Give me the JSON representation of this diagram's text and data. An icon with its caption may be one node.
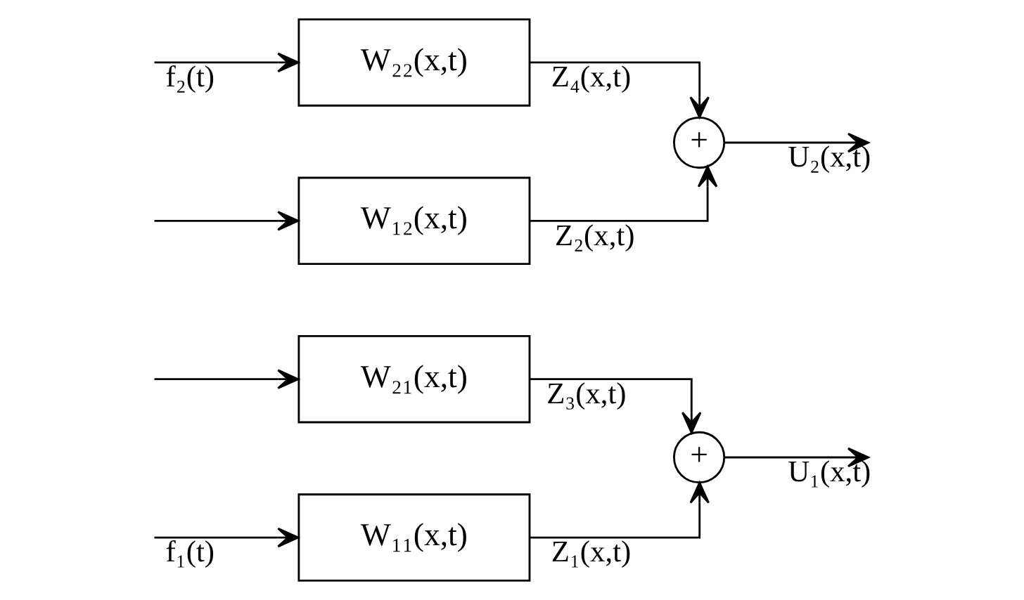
{
  "diagram": {
    "nodes": [
      {
        "text": [
          "W₁₁(x,t)"
        ]
      },
      {
        "text": [
          "W₁₂(x,t)"
        ]
      },
      {
        "text": [
          "W₂₁(x,t)"
        ]
      },
      {
        "text": [
          "W₂₂(x,t)"
        ]
      },
      {
        "text": [
          "+"
        ]
      },
      {
        "text": [
          "+"
        ]
      }
    ],
    "edges": [
      {
        "from": null,
        "to": 0,
        "arrow": "to",
        "label": "f₁(t)"
      },
      {
        "from": null,
        "to": 1,
        "arrow": "to"
      },
      {
        "from": null,
        "to": 3,
        "arrow": "to",
        "label": "f₂(t)"
      },
      {
        "from": null,
        "to": 2,
        "arrow": "to"
      },
      {
        "from": 0,
        "to": 4,
        "arrow": "to",
        "label": "Z₁(x,t)"
      },
      {
        "from": 1,
        "to": 5,
        "arrow": "to",
        "label": "Z₂(x,t)"
      },
      {
        "from": 2,
        "to": 4,
        "arrow": "to",
        "label": "Z₃(x,t)"
      },
      {
        "from": 3,
        "to": 5,
        "arrow": "to",
        "label": "Z₄(x,t)"
      },
      {
        "from": 4,
        "to": null,
        "arrow": "to",
        "label": "U₁(x,t)"
      },
      {
        "from": 5,
        "to": null,
        "arrow": "to",
        "label": "U₂(x,t)"
      }
    ]
  }
}
